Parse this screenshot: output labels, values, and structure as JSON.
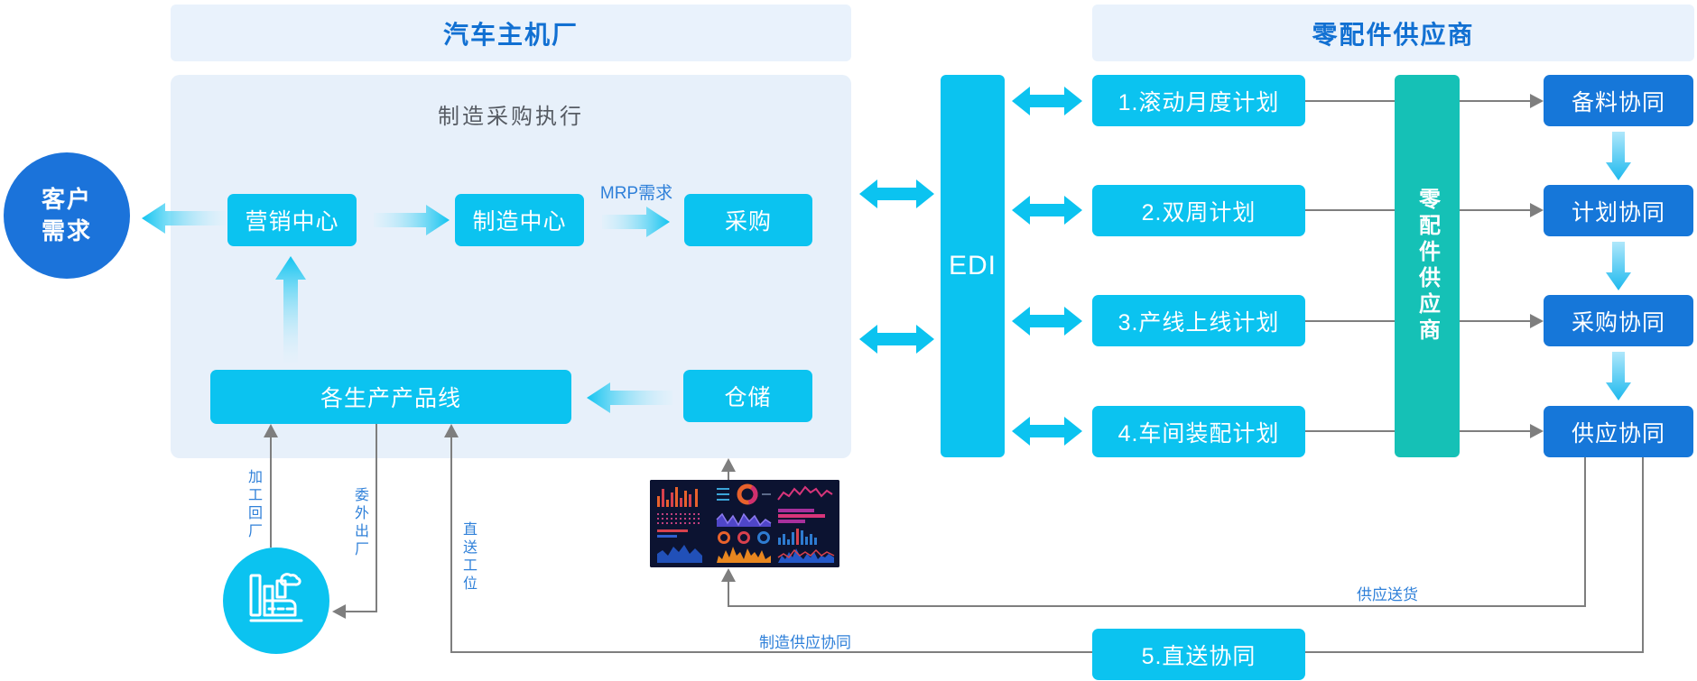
{
  "headers": {
    "oem": "汽车主机厂",
    "supplier": "零配件供应商"
  },
  "oem_section": {
    "title": "制造采购执行",
    "customer_circle": {
      "line1": "客户",
      "line2": "需求"
    },
    "marketing_center": "营销中心",
    "manufacturing_center": "制造中心",
    "mrp_label": "MRP需求",
    "procurement": "采购",
    "production_lines": "各生产产品线",
    "warehouse": "仓储"
  },
  "edi": {
    "label": "EDI"
  },
  "plans": [
    {
      "label": "1.滚动月度计划"
    },
    {
      "label": "2.双周计划"
    },
    {
      "label": "3.产线上线计划"
    },
    {
      "label": "4.车间装配计划"
    }
  ],
  "supplier_bar": {
    "label": "零配件供应商"
  },
  "collaborations": [
    {
      "label": "备料协同"
    },
    {
      "label": "计划协同"
    },
    {
      "label": "采购协同"
    },
    {
      "label": "供应协同"
    }
  ],
  "direct_delivery": {
    "label": "5.直送协同"
  },
  "flow_labels": {
    "process_return": "加工回厂",
    "outsourcing_out": "委外出厂",
    "direct_to_station": "直送工位",
    "manufacturing_supply_collab": "制造供应协同",
    "supplier_delivery": "供应送货"
  },
  "icons": {
    "factory": "factory-icon",
    "dashboard": "dashboard-thumbnail"
  },
  "colors": {
    "cyan": "#0bc3f0",
    "blue": "#1677d9",
    "teal": "#15c1b6",
    "circle_blue": "#1b73da",
    "header_bg": "#e9f2fc",
    "panel_bg": "#e7f0fa",
    "header_text": "#1170d2",
    "label_blue": "#2f80d9",
    "line_gray": "#7e7e7e",
    "panel_title_gray": "#565b63",
    "dashboard_bg": "#0c1331"
  }
}
